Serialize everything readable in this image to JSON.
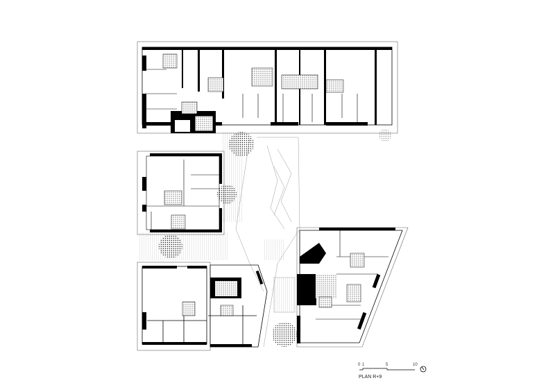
{
  "title": "PLAN R+9",
  "scale_bar": {
    "labels": [
      "0",
      "1",
      "5",
      "10"
    ]
  },
  "north_arrow_icon": "north-arrow-icon",
  "colors": {
    "wall": "#000000",
    "line": "#555555",
    "hatch": "#999999"
  }
}
